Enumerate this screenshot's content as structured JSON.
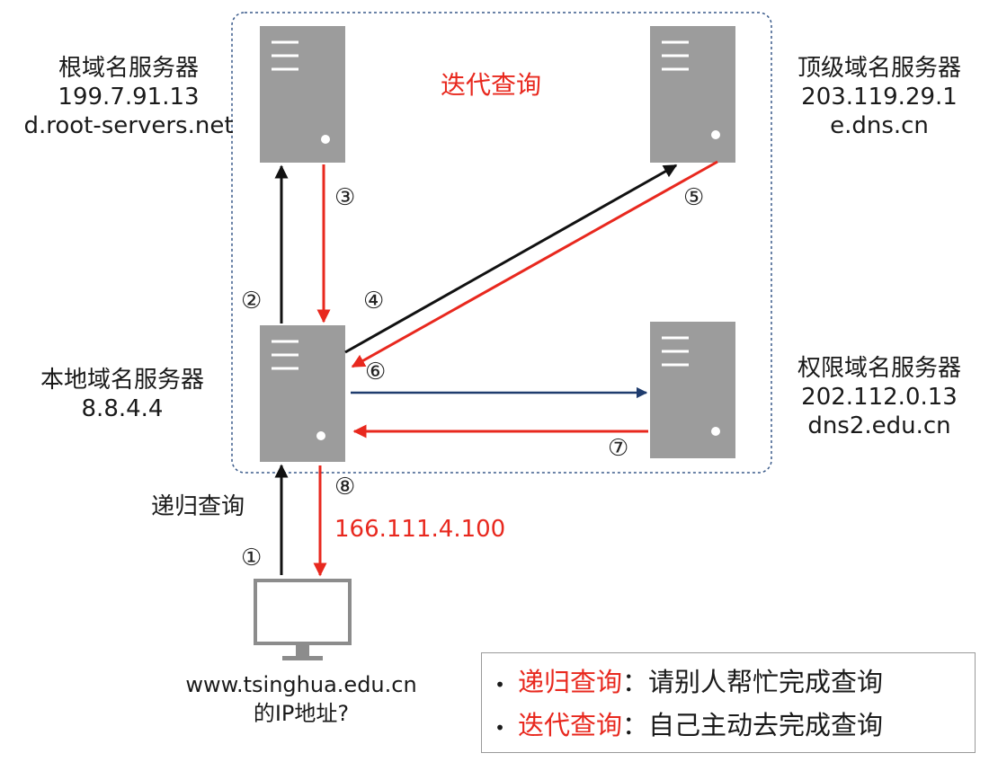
{
  "iterative_region_label": "迭代查询",
  "recursive_label": "递归查询",
  "servers": {
    "root": {
      "line1": "根域名服务器",
      "line2": "199.7.91.13",
      "line3": "d.root-servers.net"
    },
    "tld": {
      "line1": "顶级域名服务器",
      "line2": "203.119.29.1",
      "line3": "e.dns.cn"
    },
    "local": {
      "line1": "本地域名服务器",
      "line2": "8.8.4.4"
    },
    "authoritative": {
      "line1": "权限域名服务器",
      "line2": "202.112.0.13",
      "line3": "dns2.edu.cn"
    }
  },
  "client": {
    "line1": "www.tsinghua.edu.cn",
    "line2": "的IP地址?"
  },
  "answer_ip": "166.111.4.100",
  "steps": [
    "①",
    "②",
    "③",
    "④",
    "⑤",
    "⑥",
    "⑦",
    "⑧"
  ],
  "legend": [
    {
      "term": "递归查询",
      "colon": "：",
      "desc": "请别人帮忙完成查询",
      "bullet": "•"
    },
    {
      "term": "迭代查询",
      "colon": "：",
      "desc": "自己主动去完成查询",
      "bullet": "•"
    }
  ],
  "colors": {
    "server": "#9c9c9c",
    "query_arrow": "#111111",
    "reply_arrow": "#e8281e",
    "authoritative_query_arrow": "#1f3c6e",
    "region_border": "#3a5a8a"
  }
}
